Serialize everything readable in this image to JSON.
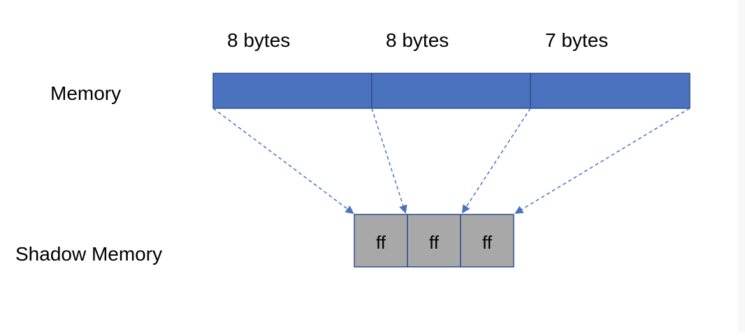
{
  "labels": {
    "memory": "Memory",
    "shadow_memory": "Shadow Memory"
  },
  "memory_segments": [
    {
      "size_label": "8 bytes"
    },
    {
      "size_label": "8 bytes"
    },
    {
      "size_label": "7 bytes"
    }
  ],
  "shadow_cells": [
    {
      "value": "ff"
    },
    {
      "value": "ff"
    },
    {
      "value": "ff"
    }
  ],
  "colors": {
    "memory_fill": "#4a72bf",
    "memory_stroke": "#2f4f8f",
    "shadow_fill": "#a8a8a8",
    "shadow_stroke": "#2f4f8f",
    "arrow": "#4a72bf",
    "text": "#000000"
  }
}
